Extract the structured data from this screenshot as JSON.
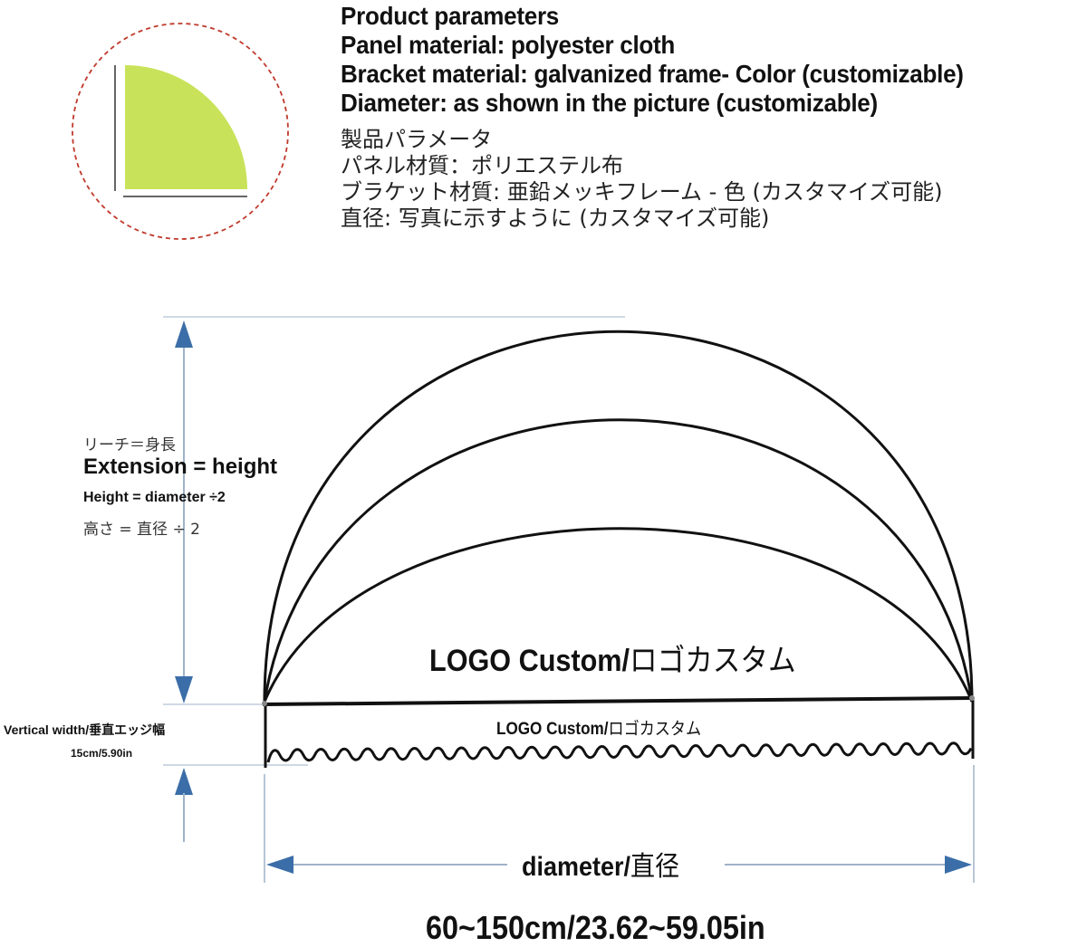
{
  "params_en": {
    "title": "Product parameters",
    "panel": "Panel material: polyester cloth",
    "bracket": "Bracket material: galvanized frame- Color (customizable)",
    "diameter": "Diameter: as shown in the picture (customizable)"
  },
  "params_jp": {
    "title": "製品パラメータ",
    "panel": "パネル材質：ポリエステル布",
    "bracket": "ブラケット材質: 亜鉛メッキフレーム - 色 (カスタマイズ可能)",
    "diameter": "直径: 写真に示すように (カスタマイズ可能)"
  },
  "labels": {
    "extension_jp": "リーチ＝身長",
    "extension_en": "Extension = height",
    "height_en": "Height = diameter ÷2",
    "height_jp": "高さ = 直径 ÷ 2",
    "vertical_width": "Vertical width/垂直エッジ幅",
    "vertical_width_size": "15cm/5.90in",
    "logo_big_en": "LOGO Custom/",
    "logo_big_jp": "ロゴカスタム",
    "logo_small_en": "LOGO Custom/",
    "logo_small_jp": "ロゴカスタム",
    "diameter_en": "diameter/",
    "diameter_jp": "直径",
    "size_range": "60~150cm/23.62~59.05in"
  },
  "colors": {
    "quarter_fill": "#c8e35a",
    "dashed_circle": "#c0392b",
    "arrow": "#3b6ea8",
    "guide": "#9fb3c8",
    "frame": "#111111"
  }
}
